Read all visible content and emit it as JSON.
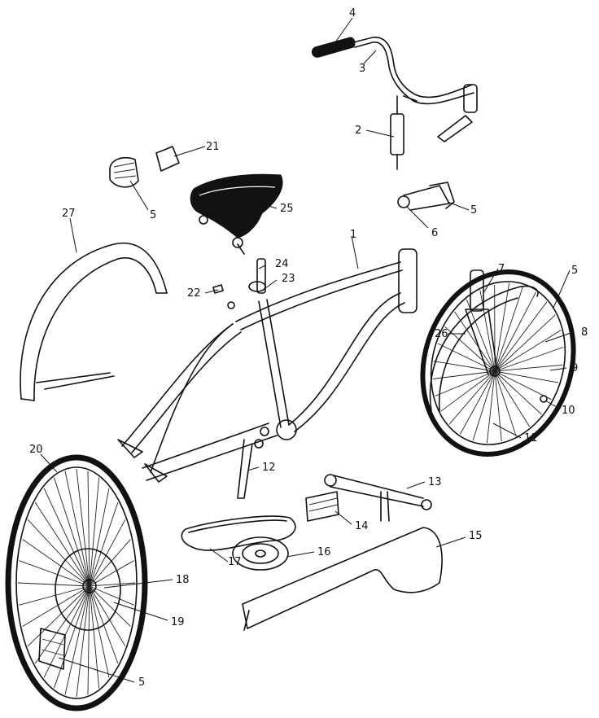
{
  "colors": {
    "ink": "#111111",
    "paper": "#ffffff"
  },
  "parts": {
    "frame": "1",
    "stem": "2",
    "handlebar": "3",
    "grip": "4",
    "reflector": "5",
    "reflector_bracket": "6",
    "fork": "7",
    "front_spoke": "8",
    "front_rim_tire": "9",
    "axle_nut": "10",
    "front_hub": "11",
    "kickstand": "12",
    "crank": "13",
    "pedal": "14",
    "chain_guard": "15",
    "sprocket": "16",
    "chain": "17",
    "rear_hub": "18",
    "rear_spoke": "19",
    "rear_wheel": "20",
    "plate": "21",
    "clamp_bolt": "22",
    "seat_clamp": "23",
    "seat_post": "24",
    "saddle": "25",
    "front_fender": "26",
    "rear_fender": "27"
  }
}
